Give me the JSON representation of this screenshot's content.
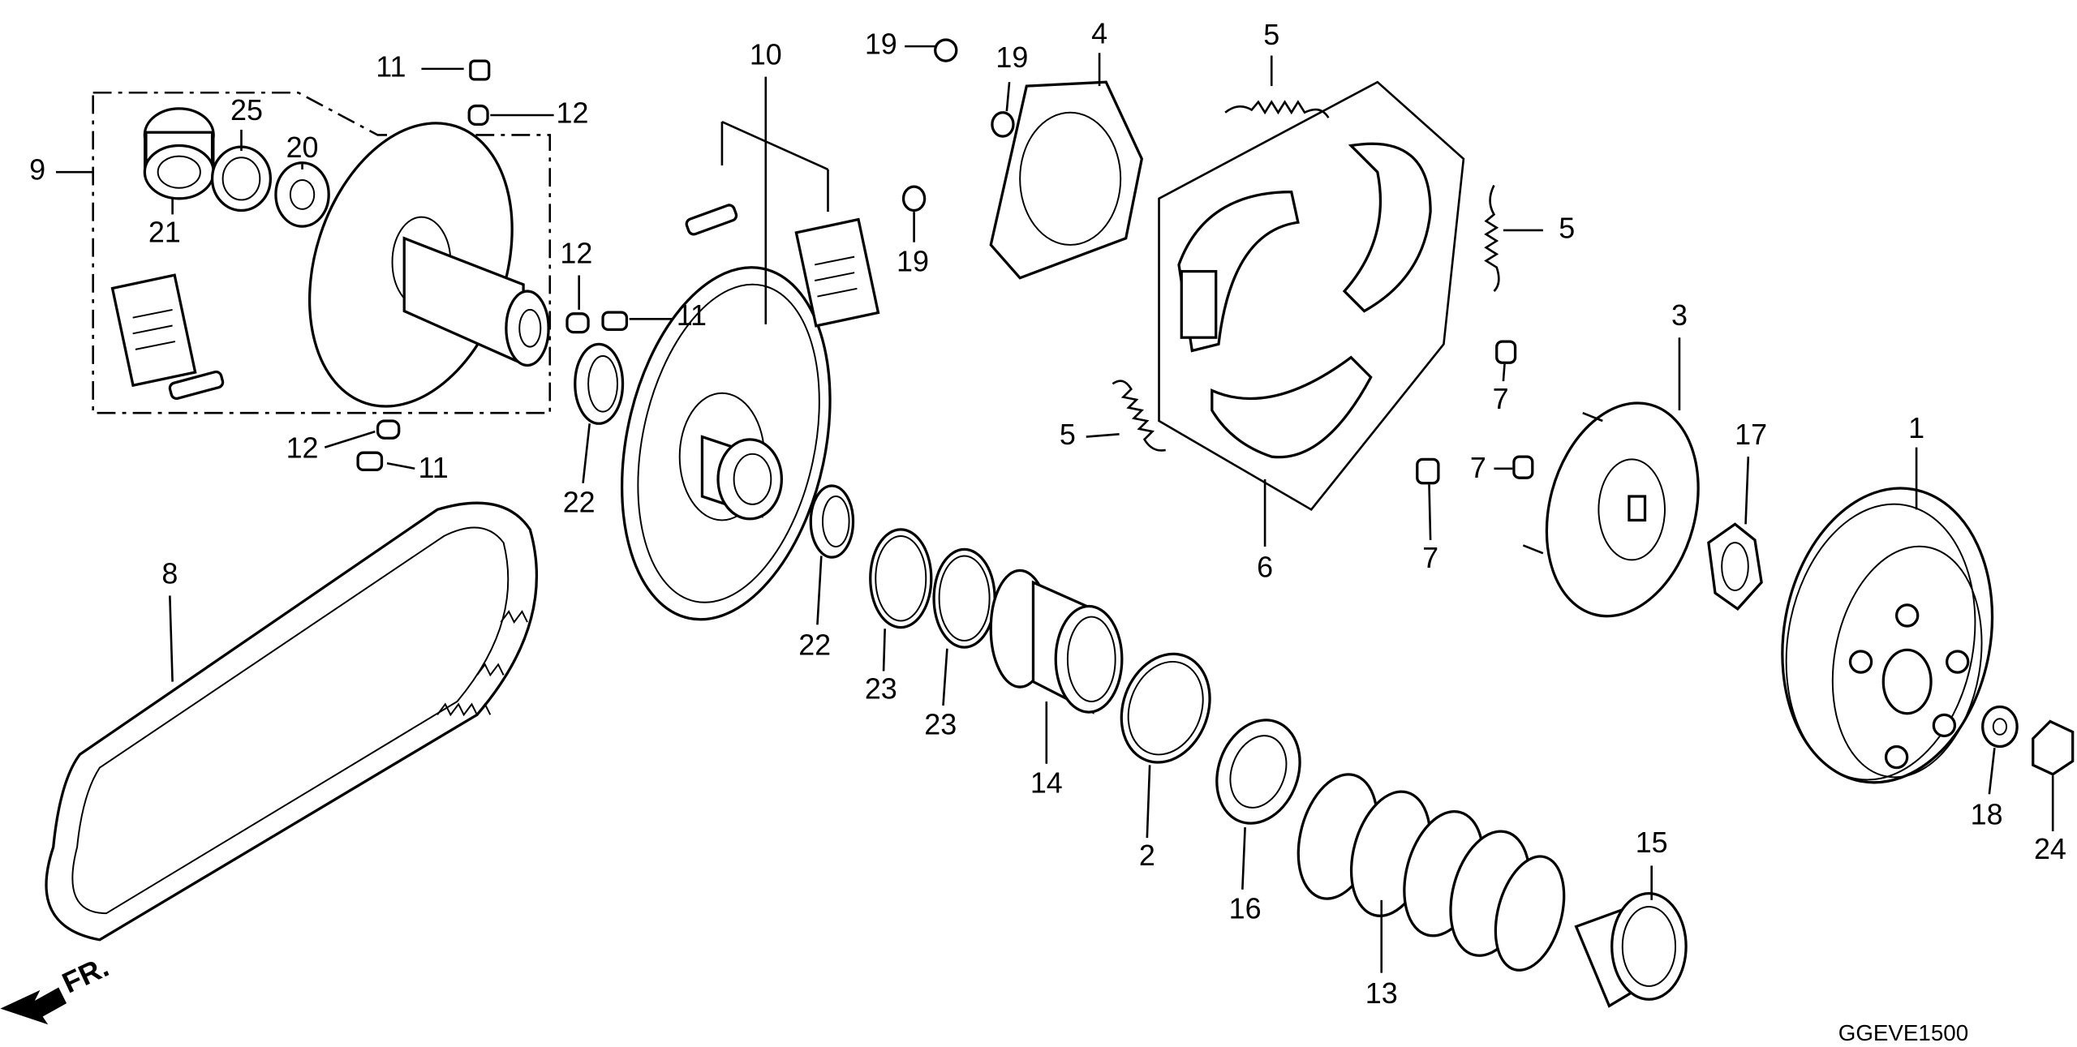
{
  "diagram": {
    "code": "GGEVE1500",
    "direction_label": "FR.",
    "callouts": {
      "c9": "9",
      "c11a": "11",
      "c12a": "12",
      "c25": "25",
      "c20": "20",
      "c21": "21",
      "c12b": "12",
      "c11b": "11",
      "c12c": "12",
      "c11c": "11",
      "c22a": "22",
      "c10": "10",
      "c19a": "19",
      "c19b": "19",
      "c4": "4",
      "c5a": "5",
      "c5b": "5",
      "c19c": "19",
      "c3": "3",
      "c1": "1",
      "c17": "17",
      "c7a": "7",
      "c7b": "7",
      "c7c": "7",
      "c5c": "5",
      "c6": "6",
      "c8": "8",
      "c22b": "22",
      "c23a": "23",
      "c23b": "23",
      "c14": "14",
      "c2": "2",
      "c16": "16",
      "c13": "13",
      "c15": "15",
      "c18": "18",
      "c24": "24"
    }
  }
}
